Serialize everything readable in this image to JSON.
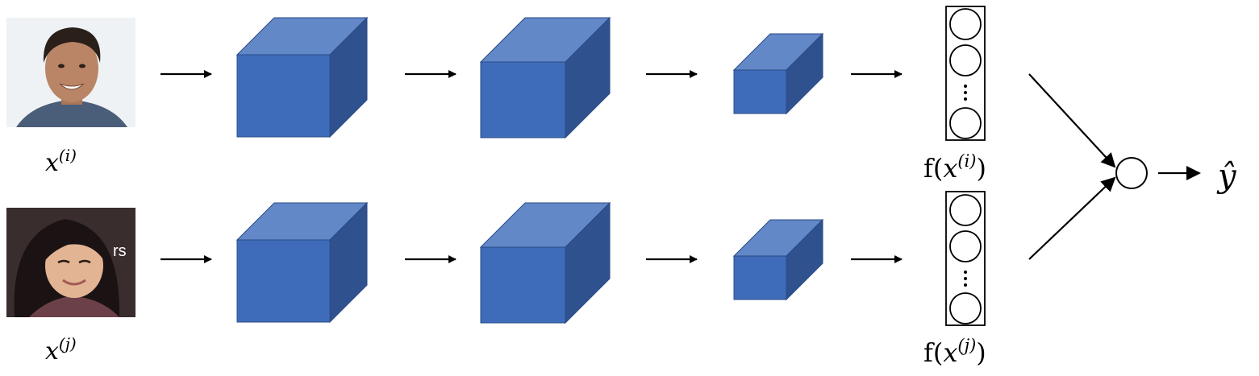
{
  "diagram": {
    "inputs": [
      {
        "label_var": "x",
        "label_index": "(i)",
        "photo_icon": "man-face-photo-icon",
        "colors": {
          "background": "#eef2f4",
          "skin": "#b98566",
          "hair": "#2b1f1a",
          "shirt": "#4a5d79"
        }
      },
      {
        "label_var": "x",
        "label_index": "(j)",
        "photo_icon": "woman-face-photo-icon",
        "colors": {
          "background": "#3a2d2d",
          "skin": "#e2b493",
          "hair": "#1b1313",
          "shirt": "#6b4048"
        },
        "photo_text": "rs"
      }
    ],
    "encodings": [
      {
        "fn": "f(",
        "var": "x",
        "index": "(i)",
        "close": ")"
      },
      {
        "fn": "f(",
        "var": "x",
        "index": "(j)",
        "close": ")"
      }
    ],
    "output": {
      "label": "ŷ"
    },
    "colors": {
      "cube_front": "#3f6cba",
      "cube_top": "#6388c8",
      "cube_side": "#2f528e",
      "cube_edge": "#2a4a85",
      "line": "#000000"
    }
  }
}
